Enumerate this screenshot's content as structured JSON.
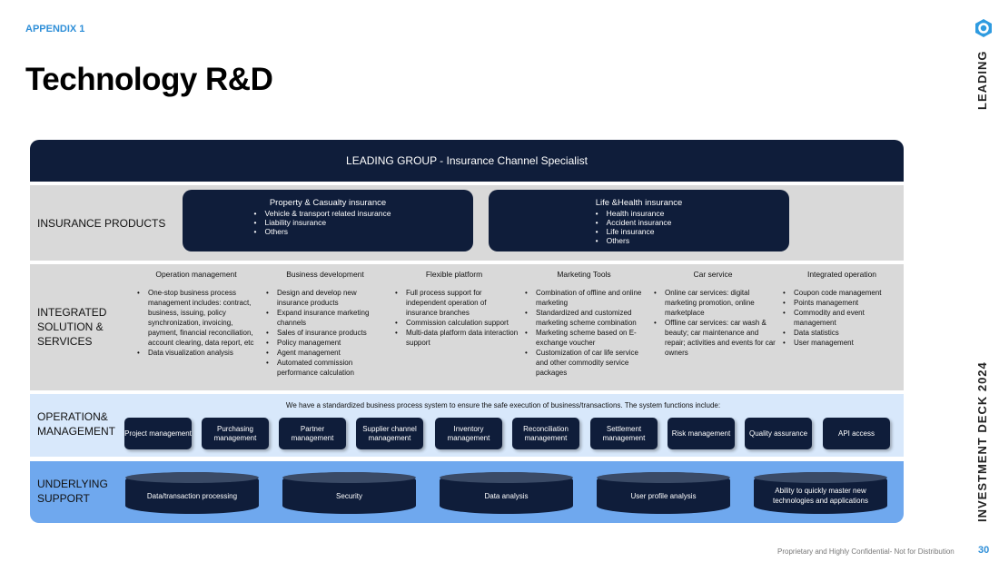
{
  "header": {
    "appendix": "APPENDIX 1",
    "title": "Technology R&D",
    "brand": "LEADING",
    "deck": "INVESTMENT DECK 2024"
  },
  "banner": "LEADING GROUP - Insurance Channel Specialist",
  "insurance_products": {
    "label": "INSURANCE PRODUCTS",
    "boxes": [
      {
        "title": "Property & Casualty insurance",
        "items": [
          "Vehicle & transport related insurance",
          "Liability insurance",
          "Others"
        ]
      },
      {
        "title": "Life &Health insurance",
        "items": [
          "Health insurance",
          "Accident insurance",
          "Life insurance",
          "Others"
        ]
      }
    ]
  },
  "integrated": {
    "label": "INTEGRATED SOLUTION & SERVICES",
    "columns": [
      {
        "title": "Operation management",
        "items": [
          "One-stop business process management includes: contract, business, issuing, policy synchronization, invoicing, payment, financial reconciliation, account clearing, data report, etc",
          "Data visualization analysis"
        ]
      },
      {
        "title": "Business  development",
        "items": [
          "Design and develop new insurance products",
          "Expand insurance marketing channels",
          "Sales of insurance products",
          "Policy management",
          "Agent management",
          "Automated commission performance calculation"
        ]
      },
      {
        "title": "Flexible platform",
        "items": [
          "Full process support for independent operation of insurance branches",
          "Commission calculation support",
          "Multi-data platform data interaction support"
        ]
      },
      {
        "title": "Marketing Tools",
        "items": [
          "Combination of offline and online marketing",
          "Standardized and customized marketing scheme combination",
          "Marketing scheme based on E-exchange voucher",
          "Customization of car life service and other commodity service packages"
        ]
      },
      {
        "title": "Car service",
        "items": [
          "Online car services: digital marketing promotion, online marketplace",
          "Offline car services: car wash & beauty; car maintenance and repair; activities and events for car owners"
        ]
      },
      {
        "title": "Integrated operation",
        "items": [
          "Coupon code management",
          "Points management",
          "Commodity and event management",
          "Data statistics",
          "User management"
        ]
      }
    ]
  },
  "operation": {
    "label": "OPERATION& MANAGEMENT",
    "note": "We have a standardized business process system to ensure the safe execution of business/transactions. The system functions include:",
    "items": [
      "Project management",
      "Purchasing management",
      "Partner management",
      "Supplier channel management",
      "Inventory management",
      "Reconciliation management",
      "Settlement management",
      "Risk management",
      "Quality assurance",
      "API access"
    ]
  },
  "underlying": {
    "label": "UNDERLYING SUPPORT",
    "items": [
      "Data/transaction processing",
      "Security",
      "Data analysis",
      "User profile analysis",
      "Ability to quickly master new technologies and applications"
    ]
  },
  "footer": {
    "text": "Proprietary and Highly Confidential- Not for Distribution",
    "page": "30"
  },
  "colors": {
    "navy": "#0f1d3a",
    "accent": "#2f8fd8",
    "gray": "#d9d9d9",
    "light_blue": "#d8e8fb",
    "blue": "#6fa8ee"
  }
}
